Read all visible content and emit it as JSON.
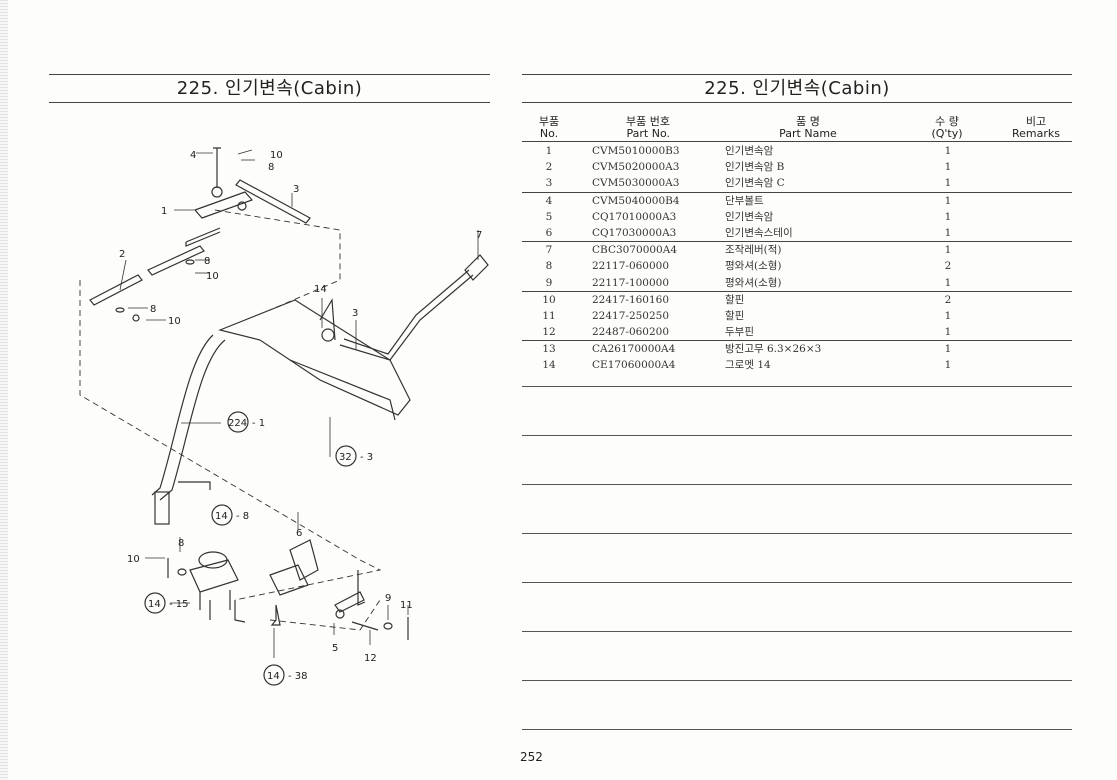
{
  "section": {
    "left_title": "225. 인기변속(Cabin)",
    "right_title": "225. 인기변속(Cabin)"
  },
  "table": {
    "headers": {
      "no_ko": "부품",
      "no_en": "No.",
      "partno_ko": "부품  번호",
      "partno_en": "Part   No.",
      "name_ko": "품        명",
      "name_en": "Part      Name",
      "qty_ko": "수   량",
      "qty_en": "(Q'ty)",
      "remarks_ko": "비고",
      "remarks_en": "Remarks"
    },
    "rows": [
      {
        "no": "1",
        "part_no": "CVM5010000B3",
        "name": "인기변속암",
        "qty": "1"
      },
      {
        "no": "2",
        "part_no": "CVM5020000A3",
        "name": "인기변속암 B",
        "qty": "1"
      },
      {
        "no": "3",
        "part_no": "CVM5030000A3",
        "name": "인기변속암 C",
        "qty": "1"
      },
      {
        "no": "4",
        "part_no": "CVM5040000B4",
        "name": "단부볼트",
        "qty": "1"
      },
      {
        "no": "5",
        "part_no": "CQ17010000A3",
        "name": "인기변속암",
        "qty": "1"
      },
      {
        "no": "6",
        "part_no": "CQ17030000A3",
        "name": "인기변속스테이",
        "qty": "1"
      },
      {
        "no": "7",
        "part_no": "CBC3070000A4",
        "name": "조작레버(적)",
        "qty": "1"
      },
      {
        "no": "8",
        "part_no": "22117-060000",
        "name": "평와셔(소형)",
        "qty": "2"
      },
      {
        "no": "9",
        "part_no": "22117-100000",
        "name": "평와셔(소형)",
        "qty": "1"
      },
      {
        "no": "10",
        "part_no": "22417-160160",
        "name": "할핀",
        "qty": "2"
      },
      {
        "no": "11",
        "part_no": "22417-250250",
        "name": "할핀",
        "qty": "1"
      },
      {
        "no": "12",
        "part_no": "22487-060200",
        "name": "두부핀",
        "qty": "1"
      },
      {
        "no": "13",
        "part_no": "CA26170000A4",
        "name": "방진고무 6.3×26×3",
        "qty": "1"
      },
      {
        "no": "14",
        "part_no": "CE17060000A4",
        "name": "그로멧 14",
        "qty": "1"
      }
    ]
  },
  "diagram": {
    "labels": {
      "l1": "1",
      "l2": "2",
      "l3a": "3",
      "l3b": "3",
      "l4": "4",
      "l5": "5",
      "l6": "6",
      "l7": "7",
      "l8a": "8",
      "l8b": "8",
      "l8c": "8",
      "l8d": "8",
      "l9": "9",
      "l10a": "10",
      "l10b": "10",
      "l10c": "10",
      "l10d": "10",
      "l11": "11",
      "l12": "12",
      "l14": "14"
    },
    "refs": {
      "r224": "224",
      "r224_suffix": "- 1",
      "r32": "32",
      "r32_suffix": "- 3",
      "r14a": "14",
      "r14a_suffix": "- 8",
      "r14b": "14",
      "r14b_suffix": "- 15",
      "r14c": "14",
      "r14c_suffix": "- 38"
    }
  },
  "page_number": "252"
}
